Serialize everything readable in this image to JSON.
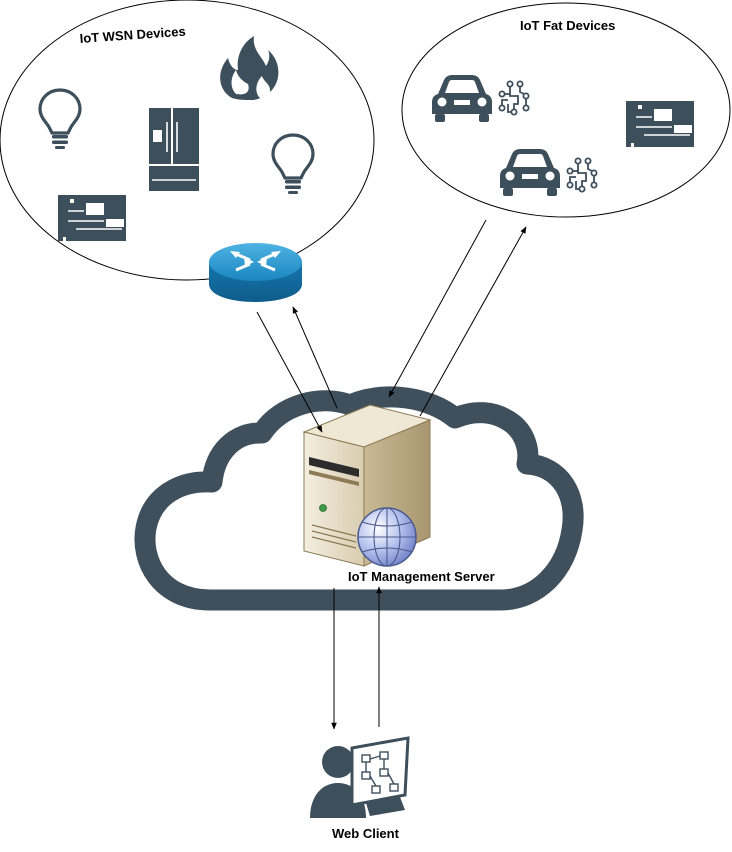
{
  "wsn_group": {
    "label": "IoT WSN Devices"
  },
  "fat_group": {
    "label": "IoT Fat Devices"
  },
  "server": {
    "label": "IoT Management Server"
  },
  "client": {
    "label": "Web Client"
  },
  "colors": {
    "dark_icon": "#3e4f5c",
    "cloud_outline": "#3f505c",
    "router_blue": "#1f8fc7",
    "server_beige": "#e6dcc3",
    "globe_blue": "#8a9bd6"
  }
}
